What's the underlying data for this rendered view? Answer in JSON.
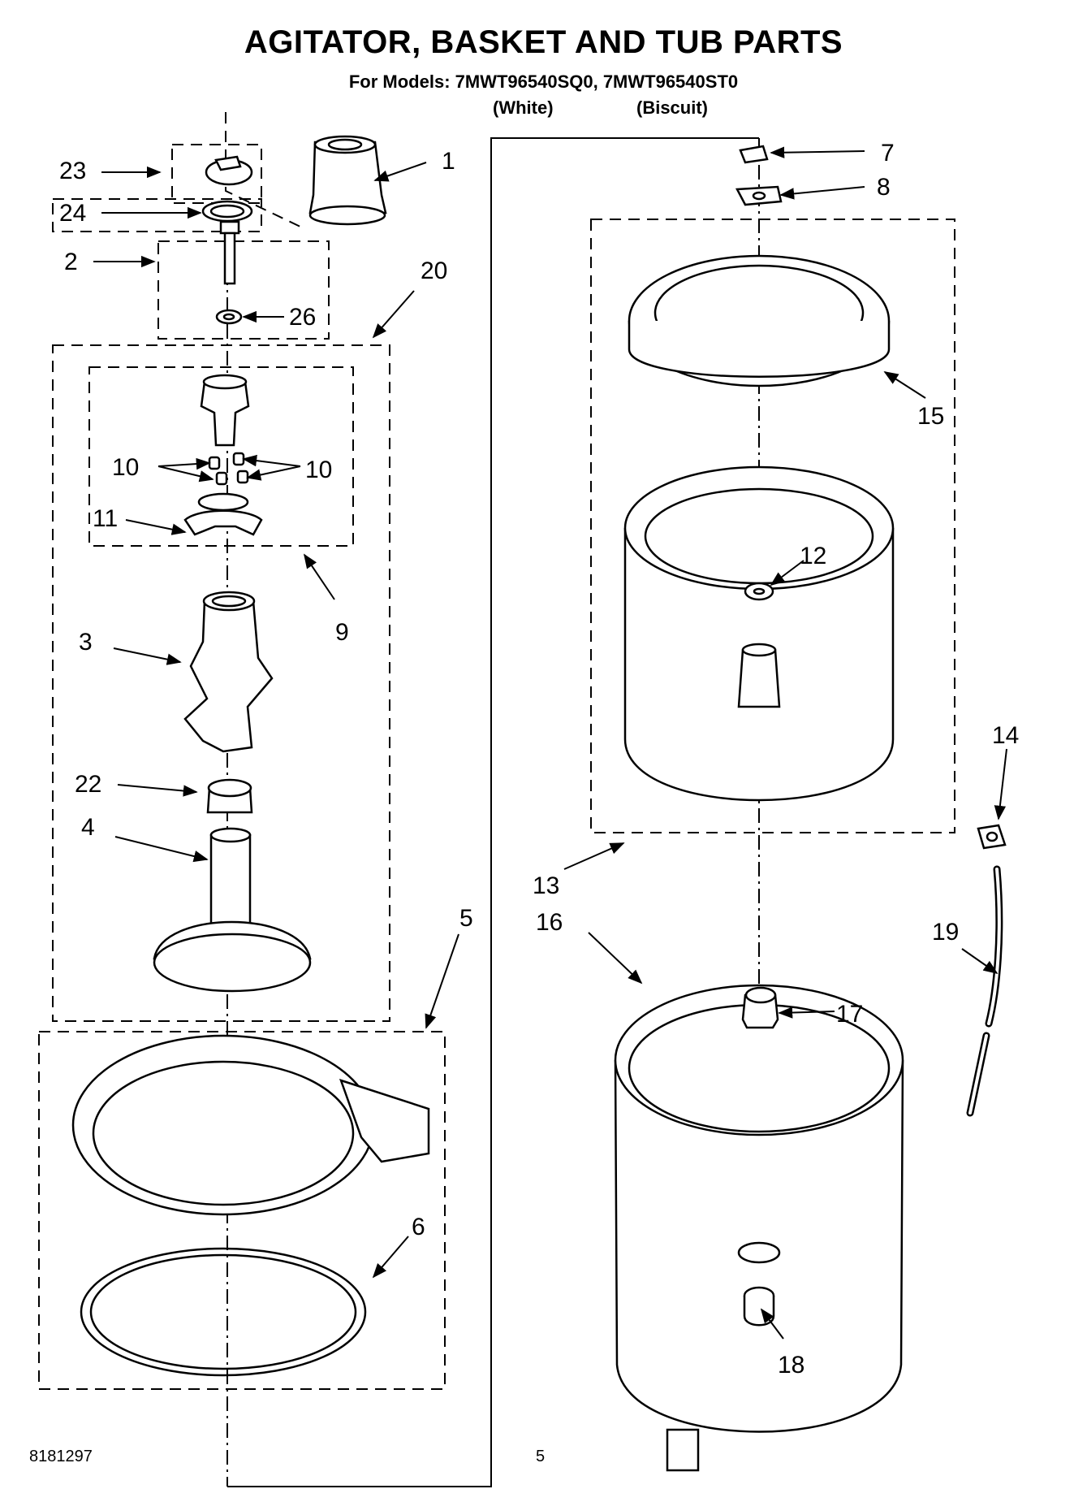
{
  "title": "AGITATOR, BASKET AND TUB PARTS",
  "subtitle": "For Models: 7MWT96540SQ0, 7MWT96540ST0",
  "color_notes": [
    "(White)",
    "(Biscuit)"
  ],
  "footer": {
    "doc_number": "8181297",
    "page_number": "5"
  },
  "callouts": {
    "c1": "1",
    "c2": "2",
    "c3": "3",
    "c4": "4",
    "c5": "5",
    "c6": "6",
    "c7": "7",
    "c8": "8",
    "c9": "9",
    "c10a": "10",
    "c10b": "10",
    "c11": "11",
    "c12": "12",
    "c13": "13",
    "c14": "14",
    "c15": "15",
    "c16": "16",
    "c17": "17",
    "c18": "18",
    "c19": "19",
    "c20": "20",
    "c22": "22",
    "c23": "23",
    "c24": "24",
    "c26": "26"
  }
}
